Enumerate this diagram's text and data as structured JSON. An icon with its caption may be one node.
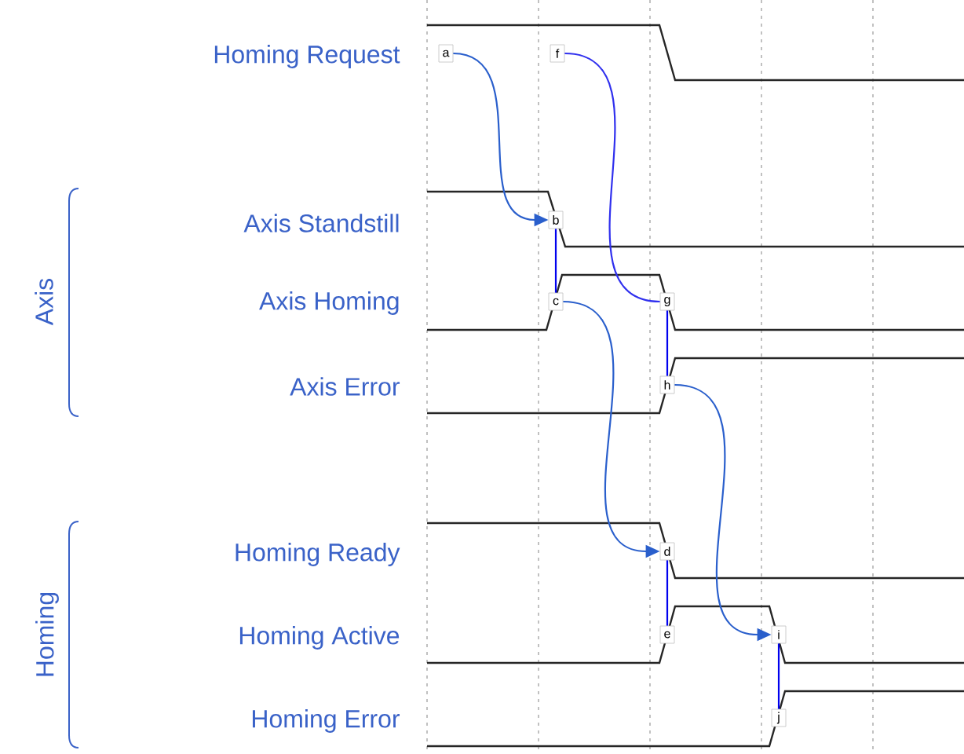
{
  "diagram": {
    "nodes": [
      {
        "text": [
          "a"
        ]
      },
      {
        "text": [
          "b"
        ]
      },
      {
        "text": [
          "c"
        ]
      },
      {
        "text": [
          "d"
        ]
      },
      {
        "text": [
          "e"
        ]
      },
      {
        "text": [
          "f"
        ]
      },
      {
        "text": [
          "g"
        ]
      },
      {
        "text": [
          "h"
        ]
      },
      {
        "text": [
          "i"
        ]
      },
      {
        "text": [
          "j"
        ]
      }
    ],
    "edges": [
      {
        "from": 0,
        "to": 1,
        "arrow": "to",
        "color": "#2a5fcc"
      },
      {
        "from": 1,
        "to": 2,
        "arrow": "none",
        "color": "#0000ee"
      },
      {
        "from": 2,
        "to": 3,
        "arrow": "to",
        "color": "#2a5fcc"
      },
      {
        "from": 3,
        "to": 4,
        "arrow": "none",
        "color": "#0000ee"
      },
      {
        "from": 5,
        "to": 6,
        "arrow": "none",
        "color": "#3030ee"
      },
      {
        "from": 6,
        "to": 7,
        "arrow": "none",
        "color": "#0000ee"
      },
      {
        "from": 7,
        "to": 8,
        "arrow": "to",
        "color": "#2a5fcc"
      },
      {
        "from": 8,
        "to": 9,
        "arrow": "none",
        "color": "#0000ee"
      }
    ],
    "labels": [
      "Homing Request",
      "Axis",
      "Axis Standstill",
      "Axis Homing",
      "Axis Error",
      "Homing",
      "Homing Ready",
      "Homing Active",
      "Homing Error"
    ]
  }
}
